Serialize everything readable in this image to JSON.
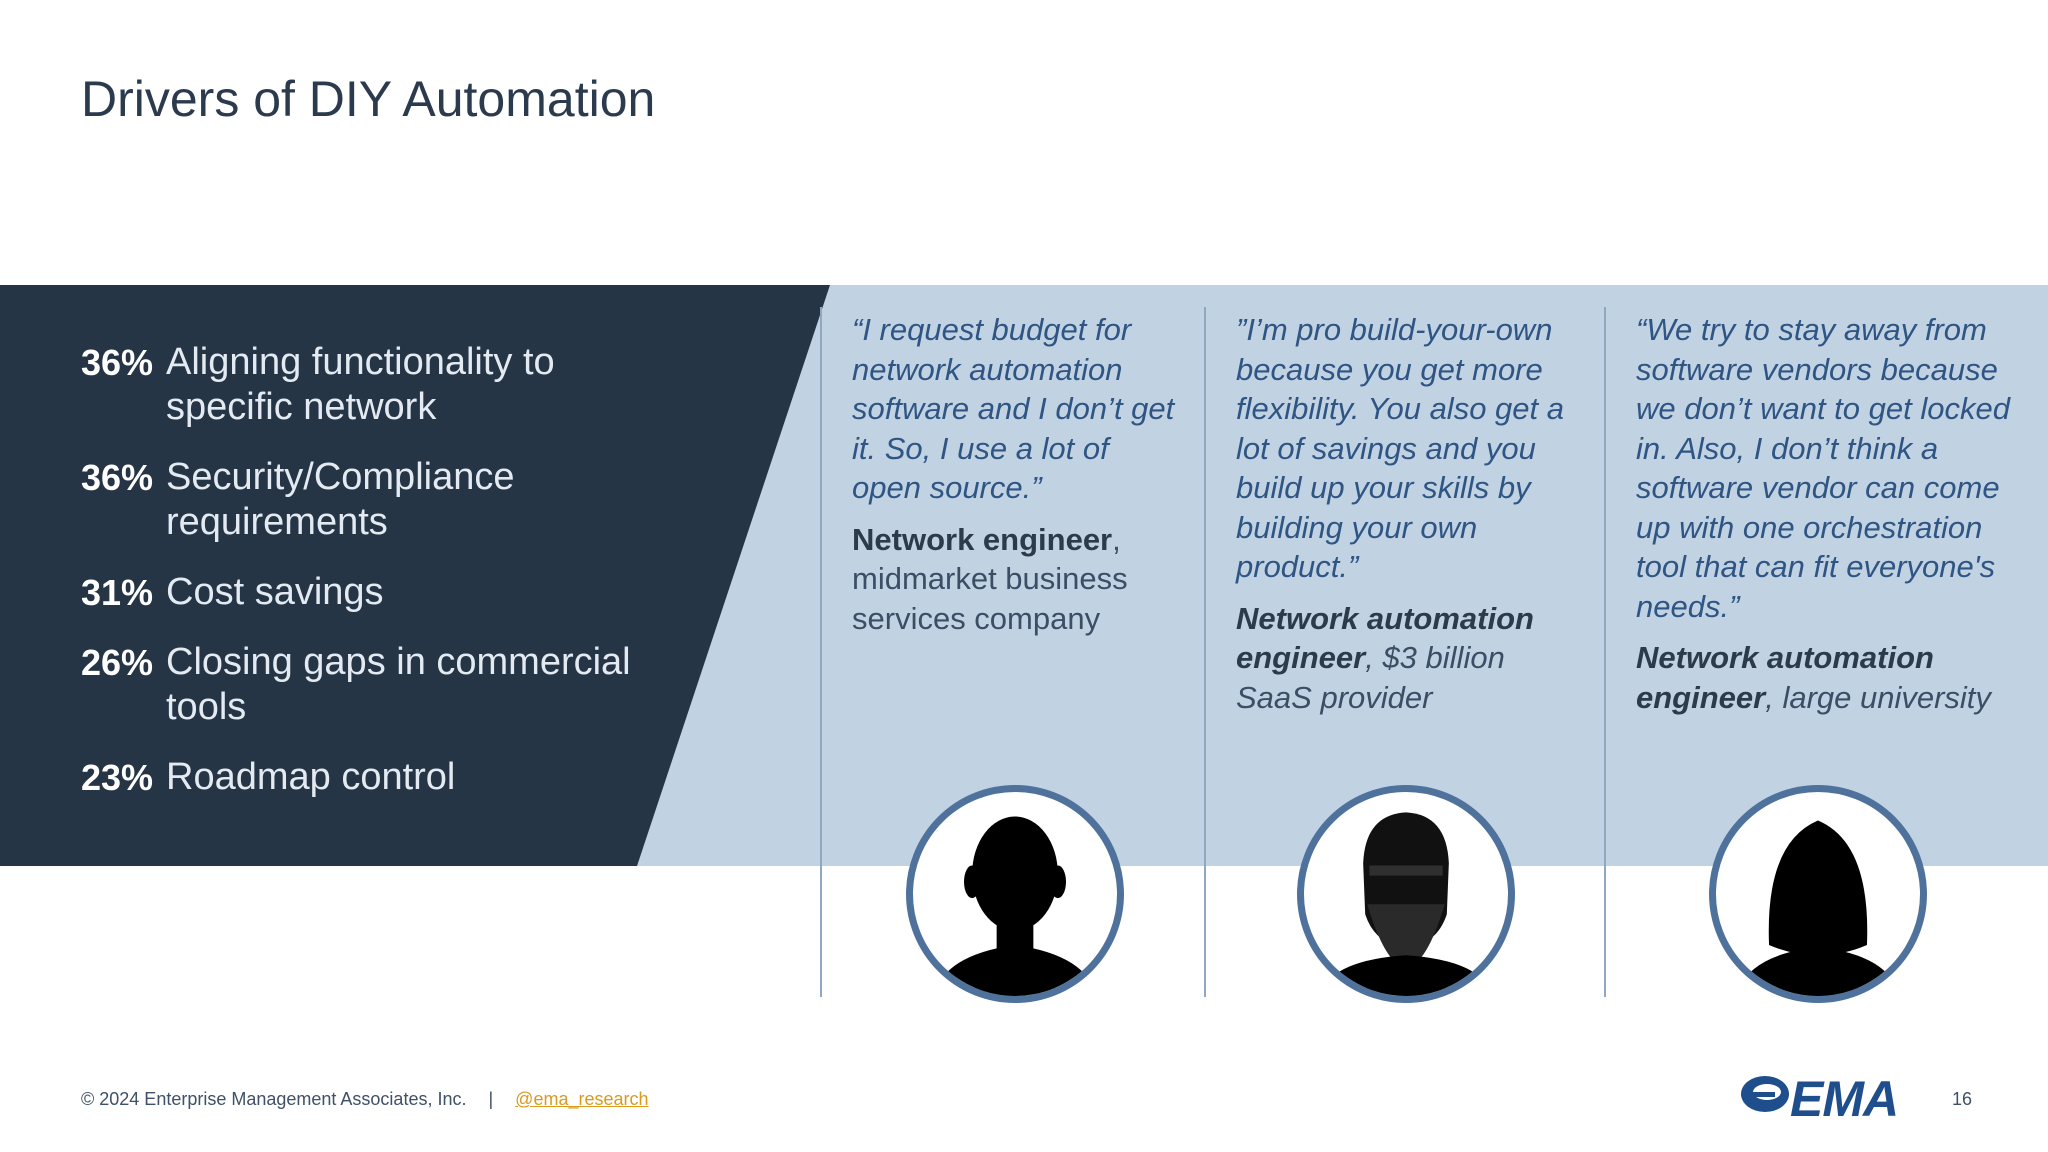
{
  "slide": {
    "title": "Drivers of DIY Automation",
    "page_number": "16"
  },
  "drivers": [
    {
      "pct": "36%",
      "label": "Aligning functionality to specific network"
    },
    {
      "pct": "36%",
      "label": "Security/Compliance requirements"
    },
    {
      "pct": "31%",
      "label": "Cost savings"
    },
    {
      "pct": "26%",
      "label": "Closing gaps in commercial tools"
    },
    {
      "pct": "23%",
      "label": "Roadmap control"
    }
  ],
  "quotes": [
    {
      "text": "“I request budget for network automation software and I don’t get it. So, I use a lot of open source.”",
      "role": "Network engineer",
      "detail": ", midmarket business services company",
      "avatar": "male-silhouette-icon"
    },
    {
      "text": "”I’m pro build-your-own because you get more flexibility. You also get a lot of savings and you build up your skills by building your own product.”",
      "role": "Network automation engineer",
      "detail": ", $3 billion SaaS provider",
      "avatar": "bearded-male-silhouette-icon"
    },
    {
      "text": "“We try to stay away from software vendors because we don’t want to get locked in. Also, I don’t think a software vendor can come up with one orchestration tool that can fit everyone's needs.”",
      "role": "Network automation engineer",
      "detail": ", large university",
      "avatar": "female-silhouette-icon"
    }
  ],
  "footer": {
    "copyright": "© 2024 Enterprise Management Associates, Inc.",
    "separator": "|",
    "handle": "@ema_research"
  },
  "logo": {
    "text": "EMA"
  },
  "colors": {
    "dark_panel": "#263545",
    "light_band": "#c1d2e2",
    "quote_text": "#2f5584",
    "avatar_ring": "#4e729c",
    "link": "#d99a1e"
  }
}
